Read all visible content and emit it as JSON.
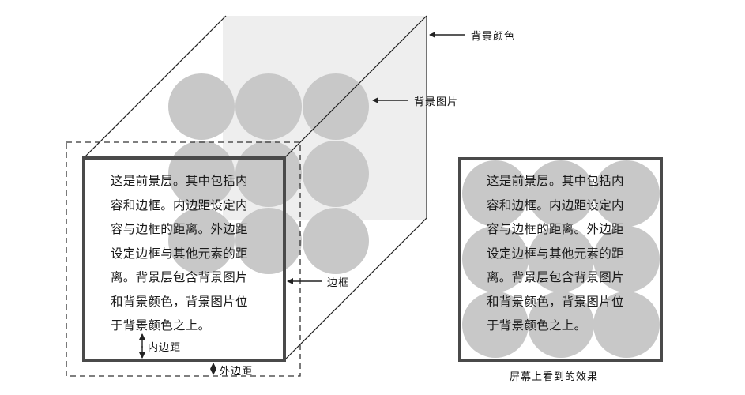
{
  "colors": {
    "background_layer": "#eeeeee",
    "image_circle": "#c8c8c8",
    "border": "#4a4a4a",
    "line": "#222222",
    "text": "#1a1a1a"
  },
  "layers": {
    "foreground_text": "这是前景层。其中包括内\n容和边框。内边距设定内\n容与边框的距离。外边距\n设定边框与其他元素的距\n离。背景层包含背景图片\n和背景颜色，背景图片位\n于背景颜色之上。",
    "background_image_pattern": "circles"
  },
  "labels": {
    "background_color": "背景颜色",
    "background_image": "背景图片",
    "border": "边框",
    "padding": "内边距",
    "margin": "外边距",
    "screen_result": "屏幕上看到的效果"
  }
}
